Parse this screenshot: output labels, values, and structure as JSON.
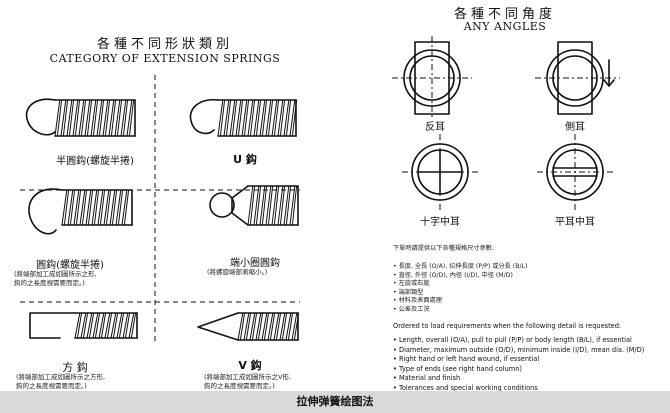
{
  "left": {
    "title_cn": "各種不同形狀類別",
    "title_en": "CATEGORY OF EXTENSION SPRINGS",
    "hooks": [
      {
        "label": "半圓鈎(螺旋半捲)"
      },
      {
        "label": "U 鈎"
      },
      {
        "label": "圓鈎(螺旋半捲)",
        "note": [
          "(將端部加工成如圖所示之形,",
          "鈎的之長度視需要而定。)"
        ]
      },
      {
        "label": "端小圈圓鈎",
        "note": [
          "(將螺旋端部漸縮小。)"
        ]
      },
      {
        "label": "方 鈎",
        "note": [
          "(將端部加工成如圖所示之方形,",
          "鈎的之長度視需要而定。)"
        ]
      },
      {
        "label": "V 鈎",
        "note": [
          "(將端部加工成如圖所示之V形,",
          "鈎的之長度視需要而定。)"
        ]
      }
    ]
  },
  "right": {
    "title_cn": "各種不同角度",
    "title_en": "ANY ANGLES",
    "angles": [
      {
        "label": "反耳"
      },
      {
        "label": "側耳"
      },
      {
        "label": "十字中耳"
      },
      {
        "label": "平耳中耳"
      }
    ],
    "req_heading_cn": "下單時請提供以下各種規格尺寸參數:",
    "req_cn": [
      "• 長度, 全長 (O/A), 拉伸長度 (P/P) 或分長 (B/L)",
      "• 直徑, 外徑 (O/D), 內徑 (I/D), 中徑 (M/D)",
      "• 左旋或右旋",
      "• 端部類型",
      "• 材料及表面處理",
      "• 公差及工況"
    ],
    "req_heading_en": "Ordered to load requirements when the following detail is requested:",
    "req_en": [
      "• Length, overall (O/A), pull to pull (P/P) or body length (B/L), if essential",
      "• Diameter, maximum outside (O/D), minimum inside (I/D), mean dia. (M/D)",
      "• Right hand or left hand wound, if essential",
      "• Type of ends (see right hand column)",
      "• Material and finish",
      "• Tolerances and special working conditions"
    ]
  },
  "footer": {
    "caption": "拉伸弹簧绘图法"
  }
}
